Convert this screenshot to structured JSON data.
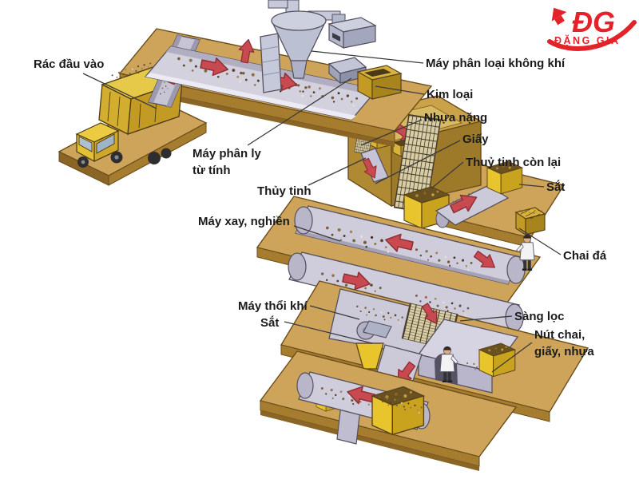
{
  "logo": {
    "monogram": "ĐG",
    "name": "ĐẶNG GIA",
    "color": "#e2242a"
  },
  "labels": {
    "rac_dau_vao": "Rác đầu vào",
    "may_phan_loai_khong_khi": "Máy phân loại không khí",
    "kim_loai": "Kim loại",
    "nhua_nang": "Nhựa nặng",
    "giay": "Giấy",
    "thuy_tinh_con_lai": "Thuỷ tinh còn lại",
    "sat_phai": "Sắt",
    "may_phan_ly_tu_tinh": "Máy phân ly\ntừ tính",
    "thuy_tinh": "Thủy tinh",
    "may_xay_nghien": "Máy xay, nghiền",
    "chai_da": "Chai đá",
    "may_thoi_khi": "Máy thổi khí",
    "sat_trai": "Sắt",
    "sang_loc": "Sàng lọc",
    "nut_chai_giay_nhua": "Nút chai,\ngiấy, nhựa"
  },
  "colors": {
    "platform_top": "#cda45a",
    "platform_side": "#a67c2e",
    "machine_light": "#d4d1df",
    "machine_mid": "#b9b6c9",
    "flow_arrow": "#c8494f",
    "bin_yellow": "#e8c52d",
    "truck_yellow": "#e7c94a",
    "label_text": "#1b1b1d",
    "leader_line": "#3b3b3b",
    "logo_red": "#e2242a",
    "background": "#ffffff"
  }
}
